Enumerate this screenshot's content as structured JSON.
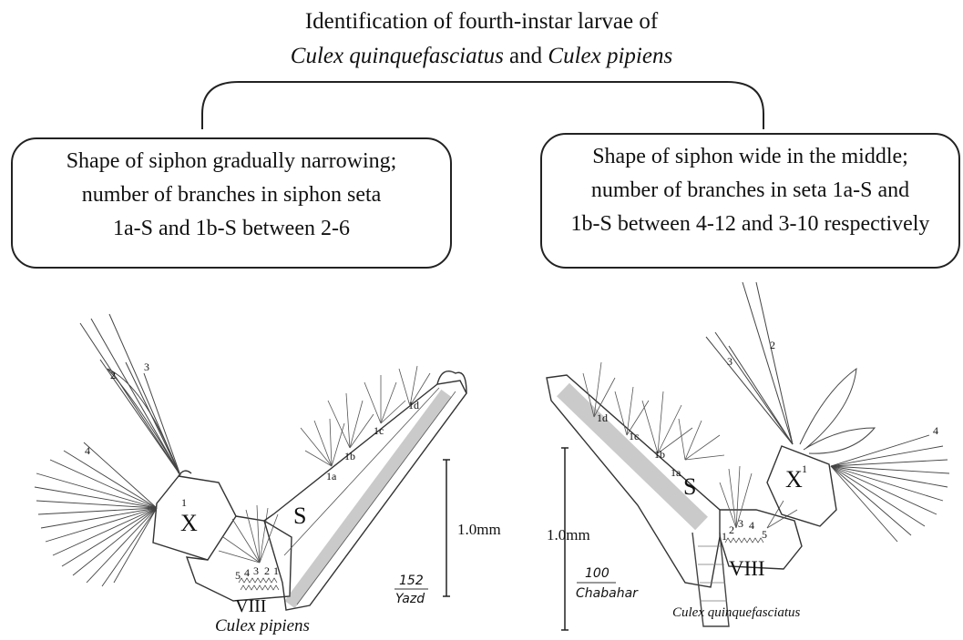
{
  "title": {
    "line1": "Identification of fourth-instar larvae of",
    "species_a": "Culex quinquefasciatus",
    "conjunction": "and",
    "species_b": "Culex pipiens"
  },
  "boxes": {
    "left": [
      "Shape of siphon gradually narrowing;",
      "number of branches in siphon seta",
      "1a-S and 1b-S between 2-6"
    ],
    "right": [
      "Shape of siphon wide in the middle;",
      "number of branches in seta 1a-S and",
      "1b-S between 4-12 and 3-10 respectively"
    ]
  },
  "left_figure": {
    "caption": "Culex pipiens",
    "segment_x": "X",
    "segment_s": "S",
    "segment_viii": "VIII",
    "scale": "1.0mm",
    "seta_labels": [
      "1a",
      "1b",
      "1c",
      "1d"
    ],
    "segment_x_setae": [
      "1",
      "2",
      "3",
      "4"
    ],
    "comb_numbers": [
      "5",
      "4",
      "3",
      "2",
      "1"
    ],
    "specimen_no": "152",
    "locality": "Yazd"
  },
  "right_figure": {
    "caption": "Culex quinquefasciatus",
    "segment_x": "X",
    "segment_s": "S",
    "segment_viii": "VIII",
    "scale": "1.0mm",
    "seta_labels": [
      "1d",
      "1c",
      "1b",
      "1a"
    ],
    "segment_x_setae": [
      "1",
      "2",
      "3",
      "4"
    ],
    "comb_numbers": [
      "1",
      "2",
      "3",
      "4",
      "5"
    ],
    "specimen_no": "100",
    "locality": "Chabahar"
  }
}
